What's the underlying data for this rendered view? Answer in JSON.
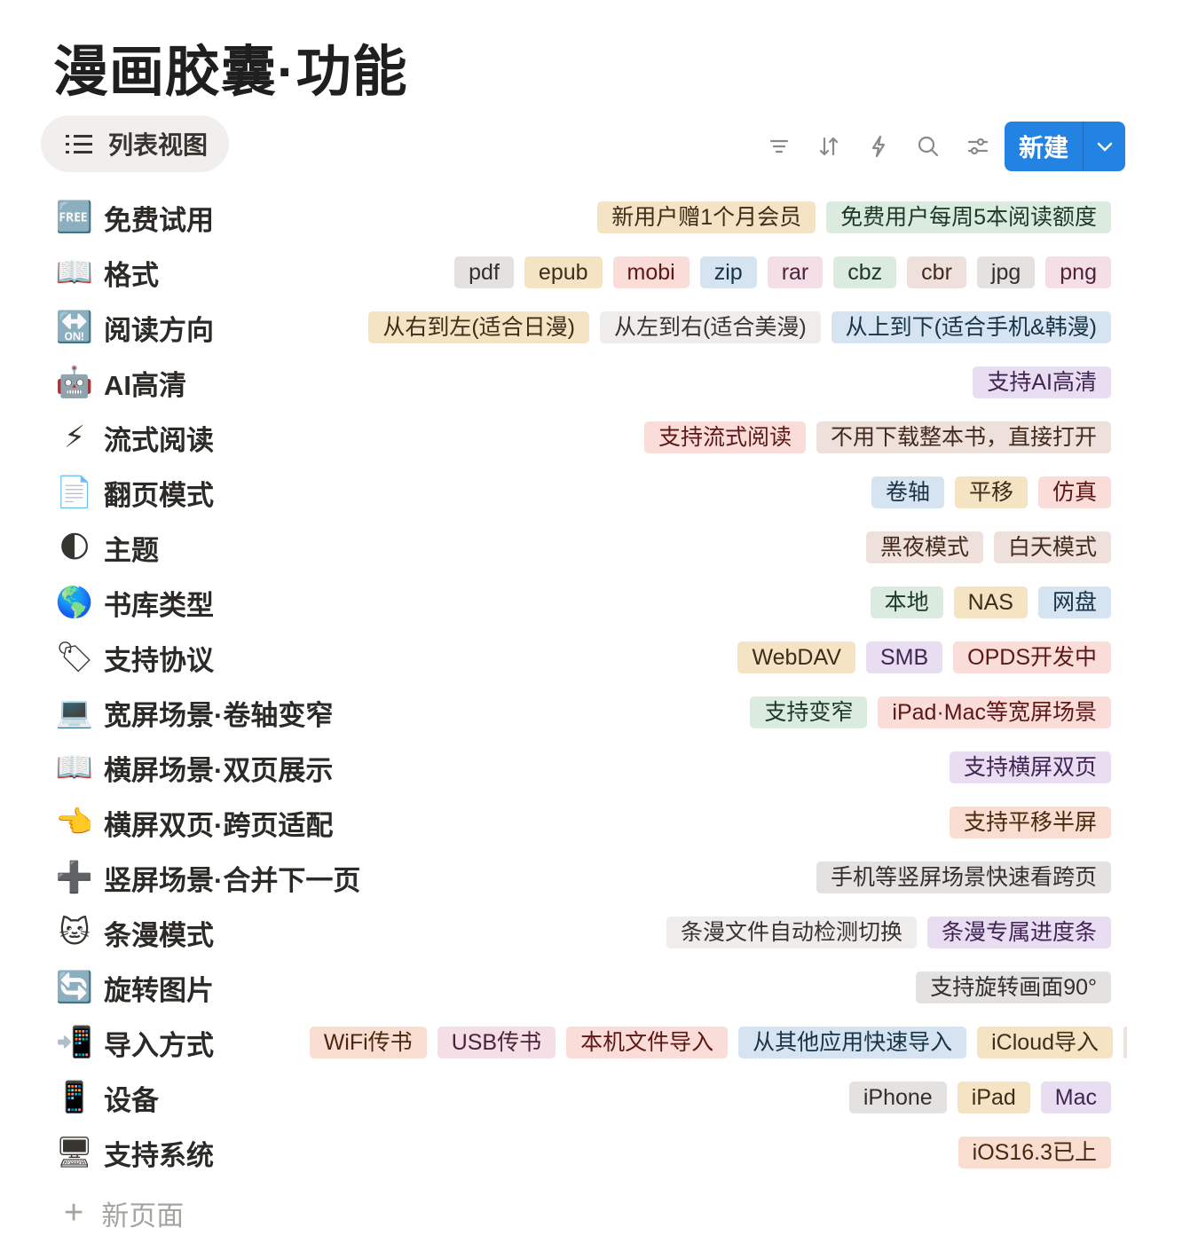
{
  "page_title": "漫画胶囊·功能",
  "view_tab": {
    "label": "列表视图",
    "icon": "list-icon"
  },
  "toolbar": {
    "icons": [
      "filter-icon",
      "sort-icon",
      "lightning-icon",
      "search-icon",
      "settings-sliders-icon"
    ],
    "new_label": "新建",
    "new_dropdown_icon": "chevron-down-icon"
  },
  "colors": {
    "accent": "#2383e2"
  },
  "rows": [
    {
      "icon": "🆓",
      "icon_name": "free-icon",
      "title": "免费试用",
      "tags": [
        {
          "t": "新用户赠1个月会员",
          "c": "yellow"
        },
        {
          "t": "免费用户每周5本阅读额度",
          "c": "green"
        }
      ]
    },
    {
      "icon": "📖",
      "icon_name": "open-book-icon",
      "title": "格式",
      "tags": [
        {
          "t": "pdf",
          "c": "gray"
        },
        {
          "t": "epub",
          "c": "yellow"
        },
        {
          "t": "mobi",
          "c": "red"
        },
        {
          "t": "zip",
          "c": "blue"
        },
        {
          "t": "rar",
          "c": "pink"
        },
        {
          "t": "cbz",
          "c": "green"
        },
        {
          "t": "cbr",
          "c": "brown"
        },
        {
          "t": "jpg",
          "c": "gray"
        },
        {
          "t": "png",
          "c": "pink"
        }
      ]
    },
    {
      "icon": "🔛",
      "icon_name": "on-arrow-icon",
      "title": "阅读方向",
      "tags": [
        {
          "t": "从右到左(适合日漫)",
          "c": "yellow"
        },
        {
          "t": "从左到右(适合美漫)",
          "c": "default"
        },
        {
          "t": "从上到下(适合手机&韩漫)",
          "c": "blue"
        }
      ]
    },
    {
      "icon": "🤖",
      "icon_name": "robot-icon",
      "title": "AI高清",
      "tags": [
        {
          "t": "支持AI高清",
          "c": "purple"
        }
      ]
    },
    {
      "icon": "⚡",
      "icon_name": "lightning-icon",
      "title": "流式阅读",
      "tags": [
        {
          "t": "支持流式阅读",
          "c": "red"
        },
        {
          "t": "不用下载整本书，直接打开",
          "c": "brown"
        }
      ]
    },
    {
      "icon": "📄",
      "icon_name": "page-icon",
      "title": "翻页模式",
      "tags": [
        {
          "t": "卷轴",
          "c": "blue"
        },
        {
          "t": "平移",
          "c": "yellow"
        },
        {
          "t": "仿真",
          "c": "red"
        }
      ]
    },
    {
      "icon": "🌓",
      "icon_name": "half-moon-icon",
      "title": "主题",
      "tags": [
        {
          "t": "黑夜模式",
          "c": "brown"
        },
        {
          "t": "白天模式",
          "c": "brown"
        }
      ]
    },
    {
      "icon": "🌎",
      "icon_name": "globe-icon",
      "title": "书库类型",
      "tags": [
        {
          "t": "本地",
          "c": "green"
        },
        {
          "t": "NAS",
          "c": "yellow"
        },
        {
          "t": "网盘",
          "c": "blue"
        }
      ]
    },
    {
      "icon": "🏷",
      "icon_name": "label-tag-icon",
      "title": "支持协议",
      "tags": [
        {
          "t": "WebDAV",
          "c": "yellow"
        },
        {
          "t": "SMB",
          "c": "purple"
        },
        {
          "t": "OPDS开发中",
          "c": "red"
        }
      ]
    },
    {
      "icon": "💻",
      "icon_name": "laptop-icon",
      "title": "宽屏场景·卷轴变窄",
      "tags": [
        {
          "t": "支持变窄",
          "c": "green"
        },
        {
          "t": "iPad·Mac等宽屏场景",
          "c": "red"
        }
      ]
    },
    {
      "icon": "📖",
      "icon_name": "open-book-icon",
      "title": "横屏场景·双页展示",
      "tags": [
        {
          "t": "支持横屏双页",
          "c": "purple"
        }
      ]
    },
    {
      "icon": "👈",
      "icon_name": "pointing-left-icon",
      "title": "横屏双页·跨页适配",
      "tags": [
        {
          "t": "支持平移半屏",
          "c": "orange"
        }
      ]
    },
    {
      "icon": "➕",
      "icon_name": "plus-icon",
      "title": "竖屏场景·合并下一页",
      "tags": [
        {
          "t": "手机等竖屏场景快速看跨页",
          "c": "gray"
        }
      ]
    },
    {
      "icon": "🐱",
      "icon_name": "cat-icon",
      "title": "条漫模式",
      "tags": [
        {
          "t": "条漫文件自动检测切换",
          "c": "default"
        },
        {
          "t": "条漫专属进度条",
          "c": "purple"
        }
      ]
    },
    {
      "icon": "🔄",
      "icon_name": "rotate-icon",
      "title": "旋转图片",
      "tags": [
        {
          "t": "支持旋转画面90°",
          "c": "gray"
        }
      ]
    },
    {
      "icon": "📲",
      "icon_name": "phone-import-icon",
      "title": "导入方式",
      "clip": true,
      "tags": [
        {
          "t": "WiFi传书",
          "c": "orange"
        },
        {
          "t": "USB传书",
          "c": "pink"
        },
        {
          "t": "本机文件导入",
          "c": "red"
        },
        {
          "t": "从其他应用快速导入",
          "c": "blue"
        },
        {
          "t": "iCloud导入",
          "c": "yellow"
        }
      ]
    },
    {
      "icon": "📱",
      "icon_name": "phone-icon",
      "title": "设备",
      "tags": [
        {
          "t": "iPhone",
          "c": "gray"
        },
        {
          "t": "iPad",
          "c": "yellow"
        },
        {
          "t": "Mac",
          "c": "purple"
        }
      ]
    },
    {
      "icon": "🖥",
      "icon_name": "desktop-icon",
      "title": "支持系统",
      "tags": [
        {
          "t": "iOS16.3已上",
          "c": "orange"
        }
      ]
    }
  ],
  "new_page": {
    "label": "新页面",
    "icon": "plus-icon"
  }
}
